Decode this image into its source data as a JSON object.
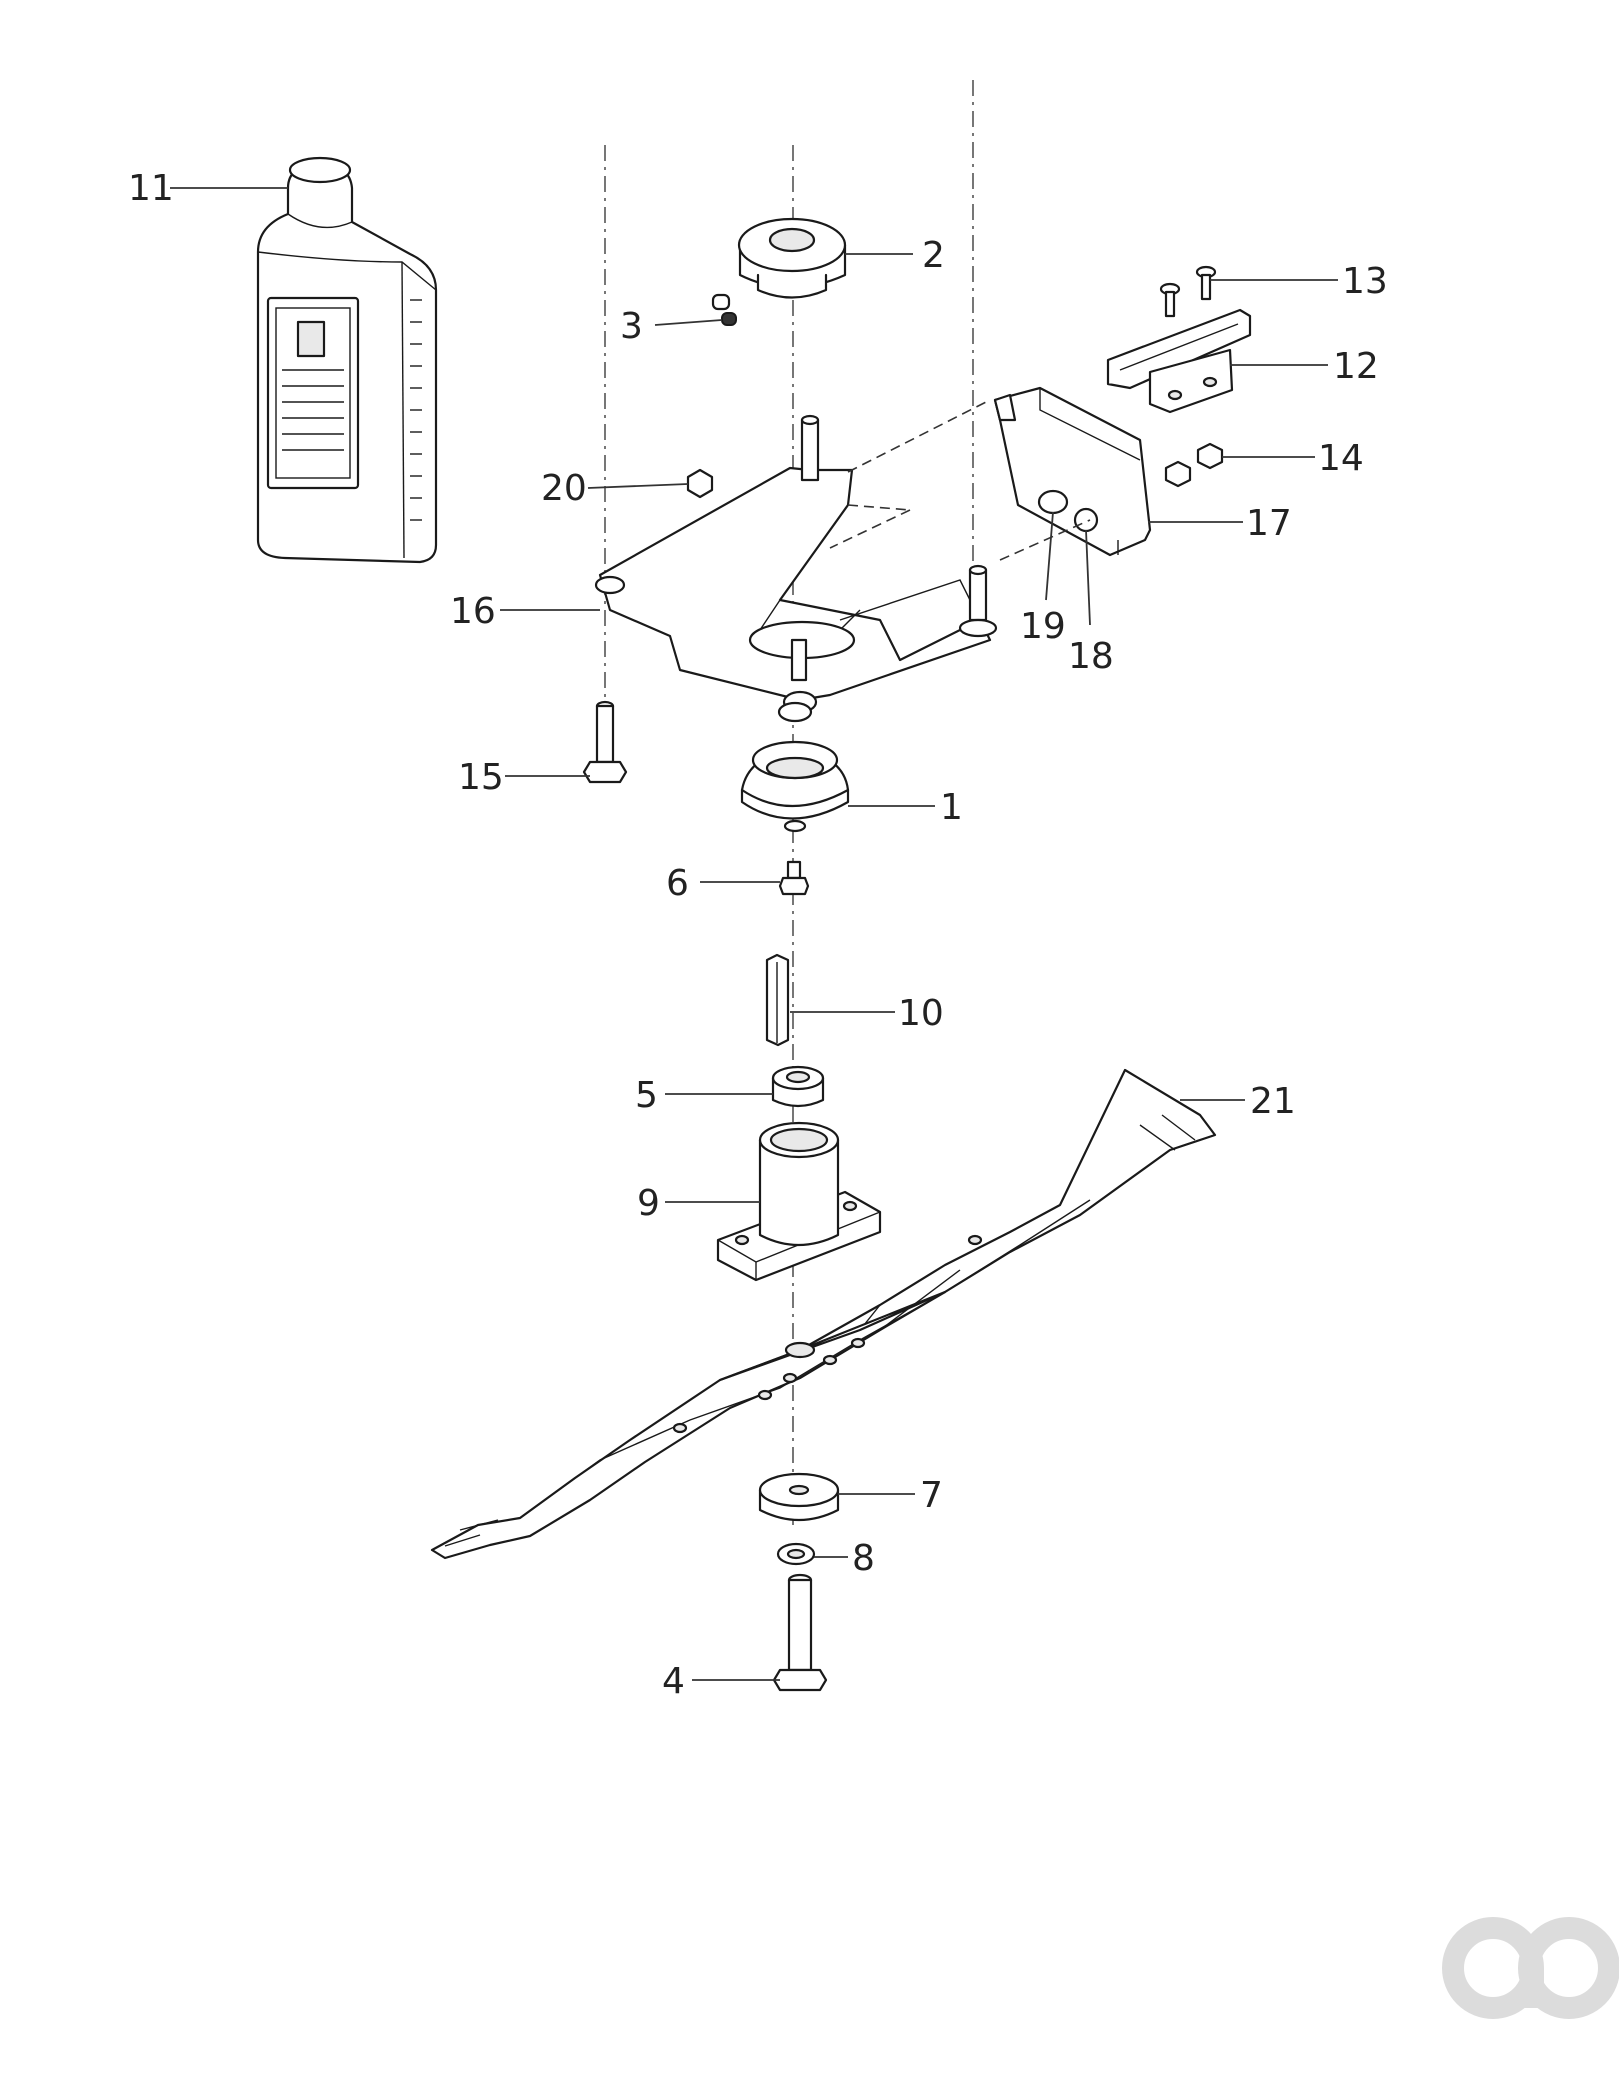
{
  "callouts": [
    {
      "id": "1",
      "label": "1"
    },
    {
      "id": "2",
      "label": "2"
    },
    {
      "id": "3",
      "label": "3"
    },
    {
      "id": "4",
      "label": "4"
    },
    {
      "id": "5",
      "label": "5"
    },
    {
      "id": "6",
      "label": "6"
    },
    {
      "id": "7",
      "label": "7"
    },
    {
      "id": "8",
      "label": "8"
    },
    {
      "id": "9",
      "label": "9"
    },
    {
      "id": "10",
      "label": "10"
    },
    {
      "id": "11",
      "label": "11"
    },
    {
      "id": "12",
      "label": "12"
    },
    {
      "id": "13",
      "label": "13"
    },
    {
      "id": "14",
      "label": "14"
    },
    {
      "id": "15",
      "label": "15"
    },
    {
      "id": "16",
      "label": "16"
    },
    {
      "id": "17",
      "label": "17"
    },
    {
      "id": "18",
      "label": "18"
    },
    {
      "id": "19",
      "label": "19"
    },
    {
      "id": "20",
      "label": "20"
    },
    {
      "id": "21",
      "label": "21"
    }
  ],
  "parts": {
    "oil_bottle": "bottle-icon",
    "logo": "watermark-logo"
  },
  "colors": {
    "line": "#1a1a1a",
    "watermark": "#dcdcdc"
  }
}
